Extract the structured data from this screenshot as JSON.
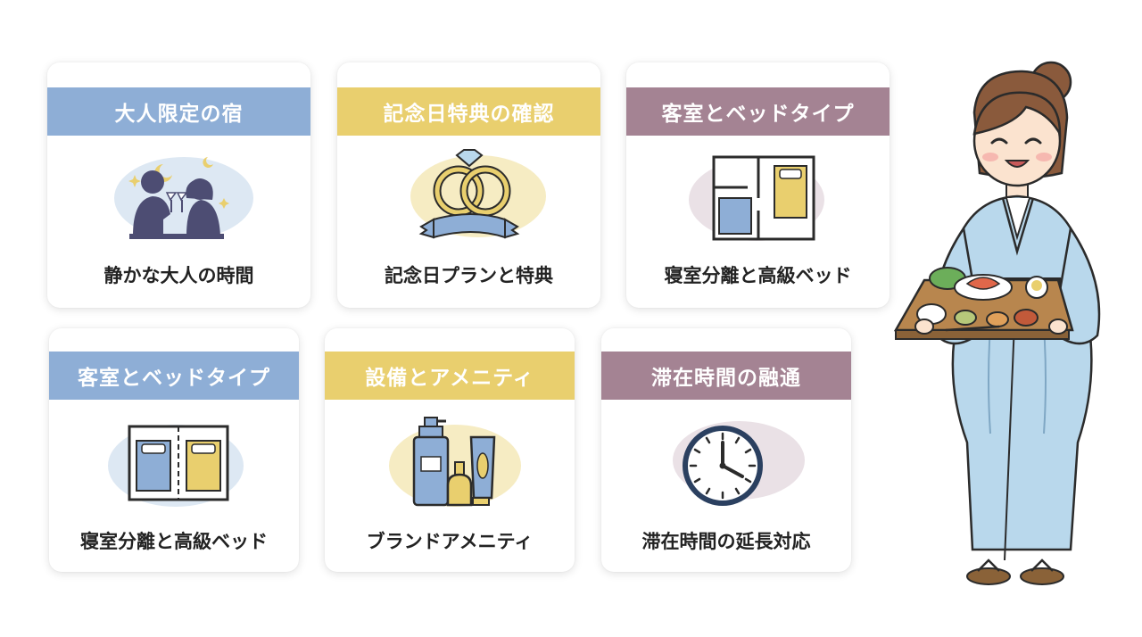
{
  "colors": {
    "blue_header": "#8eaed6",
    "yellow_header": "#e9cf6e",
    "mauve_header": "#a48393",
    "blob_blue": "#dde8f3",
    "blob_yellow": "#f6ecc3",
    "blob_mauve": "#eae1e6",
    "kimono": "#b9d8ec",
    "outline": "#2b2b2b"
  },
  "cards": [
    {
      "title": "大人限定の宿",
      "caption": "静かな大人の時間",
      "icon": "couple-toasting-icon"
    },
    {
      "title": "記念日特典の確認",
      "caption": "記念日プランと特典",
      "icon": "wedding-rings-icon"
    },
    {
      "title": "客室とベッドタイプ",
      "caption": "寝室分離と高級ベッド",
      "icon": "floor-plan-icon"
    },
    {
      "title": "客室とベッドタイプ",
      "caption": "寝室分離と高級ベッド",
      "icon": "separate-beds-icon"
    },
    {
      "title": "設備とアメニティ",
      "caption": "ブランドアメニティ",
      "icon": "amenity-bottles-icon"
    },
    {
      "title": "滞在時間の融通",
      "caption": "滞在時間の延長対応",
      "icon": "clock-icon"
    }
  ],
  "character": {
    "icon": "woman-in-yukata-with-tray-icon"
  }
}
